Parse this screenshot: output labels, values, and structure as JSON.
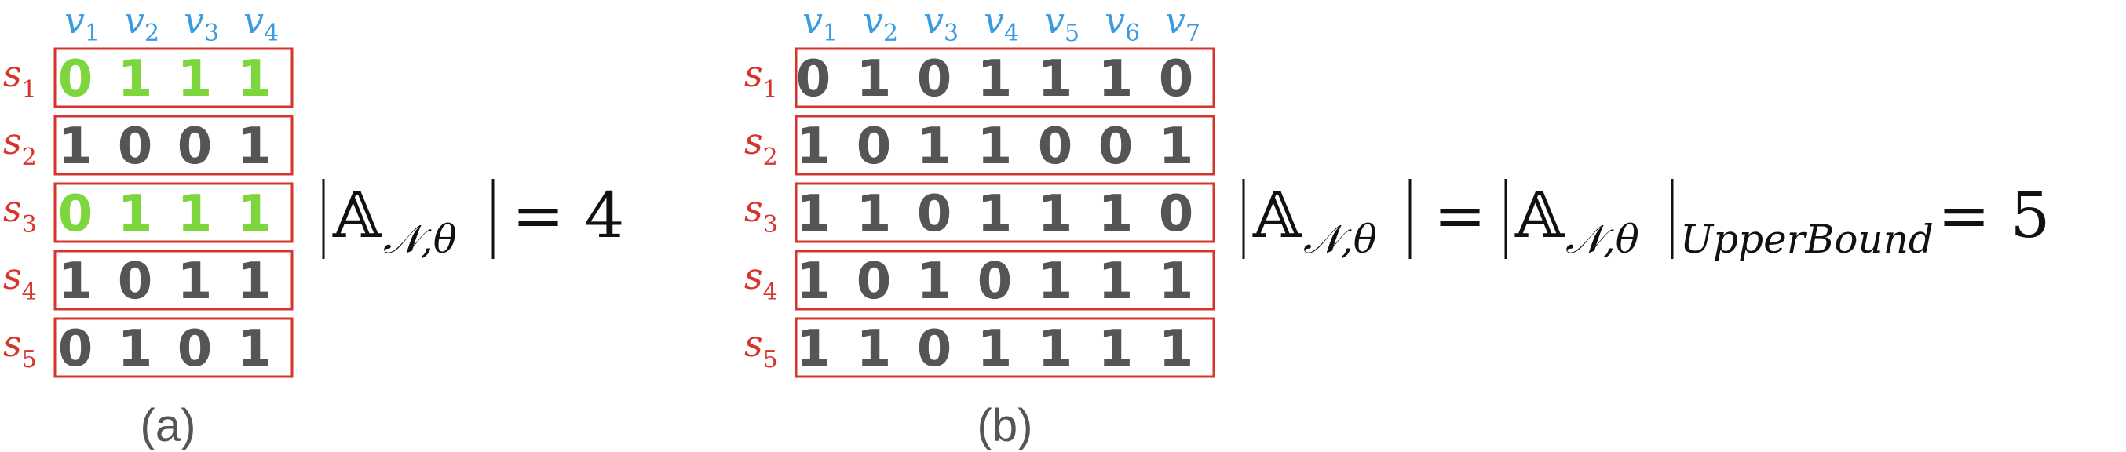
{
  "panels": [
    {
      "label": "(a)",
      "vertex_base": "v",
      "vertex_subs": [
        "1",
        "2",
        "3",
        "4"
      ],
      "set_base": "s",
      "rows": [
        {
          "sub": "1",
          "bits": [
            "0",
            "1",
            "1",
            "1"
          ],
          "highlight": true
        },
        {
          "sub": "2",
          "bits": [
            "1",
            "0",
            "0",
            "1"
          ],
          "highlight": false
        },
        {
          "sub": "3",
          "bits": [
            "0",
            "1",
            "1",
            "1"
          ],
          "highlight": true
        },
        {
          "sub": "4",
          "bits": [
            "1",
            "0",
            "1",
            "1"
          ],
          "highlight": false
        },
        {
          "sub": "5",
          "bits": [
            "0",
            "1",
            "0",
            "1"
          ],
          "highlight": false
        }
      ],
      "equation": {
        "symbol": "𝔸",
        "subscript": "𝒩,θ",
        "rhs": "= 4"
      }
    },
    {
      "label": "(b)",
      "vertex_base": "v",
      "vertex_subs": [
        "1",
        "2",
        "3",
        "4",
        "5",
        "6",
        "7"
      ],
      "set_base": "s",
      "rows": [
        {
          "sub": "1",
          "bits": [
            "0",
            "1",
            "0",
            "1",
            "1",
            "1",
            "0"
          ],
          "highlight": false
        },
        {
          "sub": "2",
          "bits": [
            "1",
            "0",
            "1",
            "1",
            "0",
            "0",
            "1"
          ],
          "highlight": false
        },
        {
          "sub": "3",
          "bits": [
            "1",
            "1",
            "0",
            "1",
            "1",
            "1",
            "0"
          ],
          "highlight": false
        },
        {
          "sub": "4",
          "bits": [
            "1",
            "0",
            "1",
            "0",
            "1",
            "1",
            "1"
          ],
          "highlight": false
        },
        {
          "sub": "5",
          "bits": [
            "1",
            "1",
            "0",
            "1",
            "1",
            "1",
            "1"
          ],
          "highlight": false
        }
      ],
      "equation": {
        "symbol": "𝔸",
        "subscript": "𝒩,θ",
        "middle": "=",
        "upper_sub": "UpperBound",
        "rhs": "= 5"
      }
    }
  ],
  "colors": {
    "vertex_label": "#3b9be0",
    "set_label": "#d6352b",
    "row_box": "#d6352b",
    "bit_default": "#555555",
    "bit_highlight": "#7ed63f"
  }
}
